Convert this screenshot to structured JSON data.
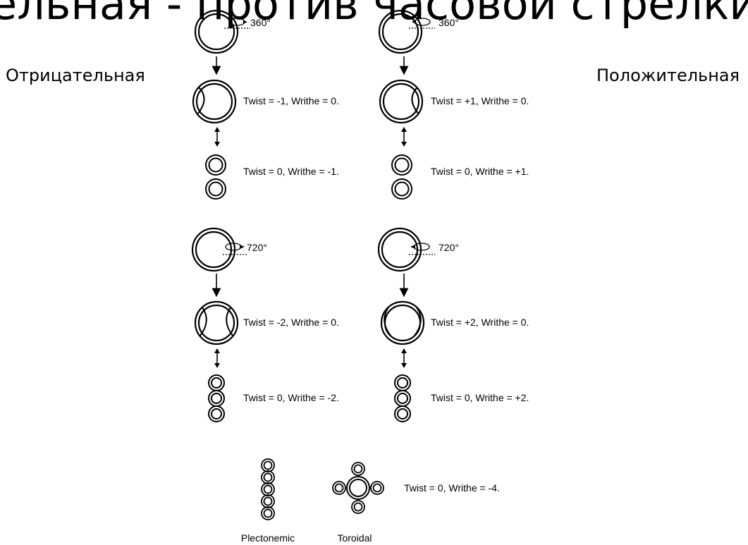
{
  "title": "ельная - против часовой стрелки",
  "labels": {
    "left": "Отрицательная",
    "right": "Положительная"
  },
  "angles": {
    "left_top": "360°",
    "right_top": "360°",
    "left_mid": "720°",
    "right_mid": "720°"
  },
  "captions": {
    "l1": "Twist = -1, Writhe = 0.",
    "l2": "Twist = 0, Writhe = -1.",
    "r1": "Twist = +1, Writhe = 0.",
    "r2": "Twist = 0, Writhe = +1.",
    "l3": "Twist = -2, Writhe = 0.",
    "l4": "Twist = 0, Writhe = -2.",
    "r3": "Twist = +2, Writhe = 0.",
    "r4": "Twist = 0, Writhe = +2.",
    "bottom": "Twist = 0, Writhe = -4."
  },
  "forms": {
    "plectonemic": "Plectonemic",
    "toroidal": "Toroidal"
  }
}
